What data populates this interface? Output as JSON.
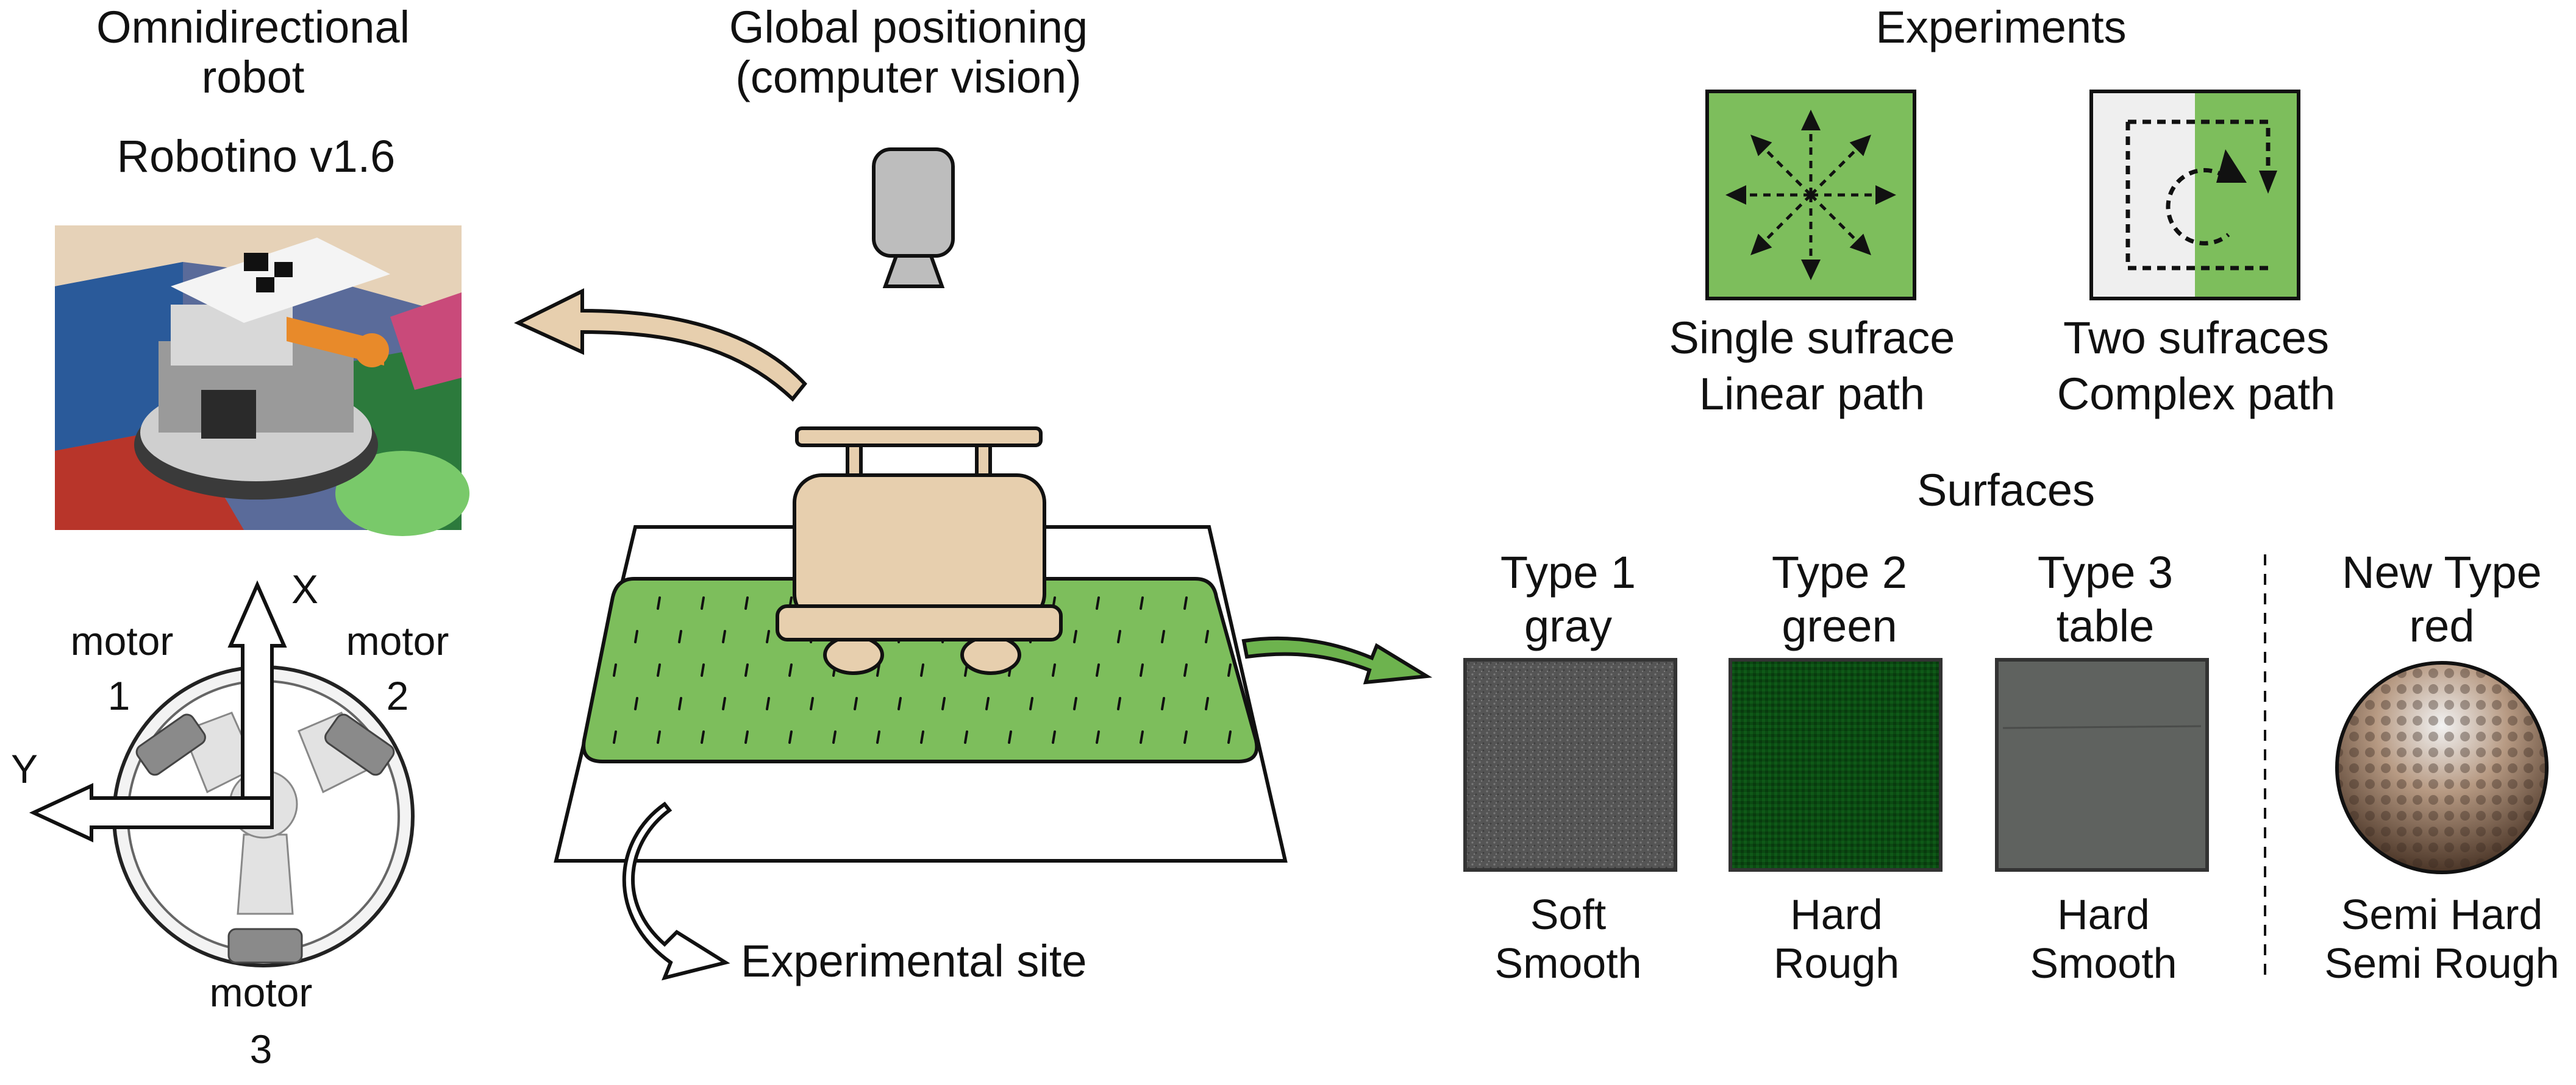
{
  "robot": {
    "heading_line1": "Omnidirectional",
    "heading_line2": "robot",
    "model": "Robotino v1.6",
    "axis_x": "X",
    "axis_y": "Y",
    "motors": [
      {
        "line1": "motor",
        "line2": "1"
      },
      {
        "line1": "motor",
        "line2": "2"
      },
      {
        "line1": "motor",
        "line2": "3"
      }
    ]
  },
  "positioning": {
    "line1": "Global positioning",
    "line2": "(computer vision)"
  },
  "site": {
    "label": "Experimental site"
  },
  "experiments": {
    "title": "Experiments",
    "items": [
      {
        "line1": "Single sufrace",
        "line2": "Linear path"
      },
      {
        "line1": "Two sufraces",
        "line2": "Complex path"
      }
    ]
  },
  "surfaces": {
    "title": "Surfaces",
    "items": [
      {
        "line1": "Type 1",
        "line2": "gray",
        "prop1": "Soft",
        "prop2": "Smooth",
        "color": "#555555"
      },
      {
        "line1": "Type 2",
        "line2": "green",
        "prop1": "Hard",
        "prop2": "Rough",
        "color": "#0b4a12"
      },
      {
        "line1": "Type 3",
        "line2": "table",
        "prop1": "Hard",
        "prop2": "Smooth",
        "color": "#5f625f"
      },
      {
        "line1": "New Type",
        "line2": "red",
        "prop1": "Semi Hard",
        "prop2": "Semi Rough",
        "color": "#8a6b55"
      }
    ]
  },
  "colors": {
    "grass": "#7dbe5c",
    "robot_body": "#e7cfae",
    "arrow_tan": "#e7cfae",
    "arrow_green": "#6db34e",
    "camera": "#bdbdbd"
  }
}
